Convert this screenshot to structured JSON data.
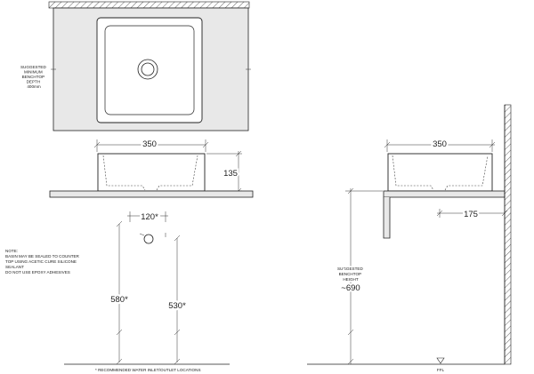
{
  "plan": {
    "suggested_depth_label": [
      "SUGGESTED",
      "MINIMUM",
      "BENCHTOP",
      "DEPTH",
      "400mm"
    ]
  },
  "front_elevation": {
    "width_dim": "350",
    "height_dim": "135",
    "waste_spacing_dim": "120*",
    "left_height_dim": "580*",
    "right_height_dim": "530*",
    "footnote": "* RECOMMENDED WATER INLET/OUTLET LOCATIONS"
  },
  "note": {
    "lines": [
      "NOTE:",
      "BASIN MAY BE SEALED TO COUNTER",
      "TOP USING ACETIC CURE SILICONE",
      "SEALANT",
      "DO NOT USE EPOXY ADHESIVES"
    ]
  },
  "side_elevation": {
    "width_dim": "350",
    "wall_offset_dim": "175",
    "height_label": [
      "SUGGESTED",
      "BENCHTOP",
      "HEIGHT"
    ],
    "height_dim": "~690",
    "floor_label": "FFL"
  },
  "colors": {
    "line": "#222222",
    "bench_fill": "#e8e8e8"
  }
}
